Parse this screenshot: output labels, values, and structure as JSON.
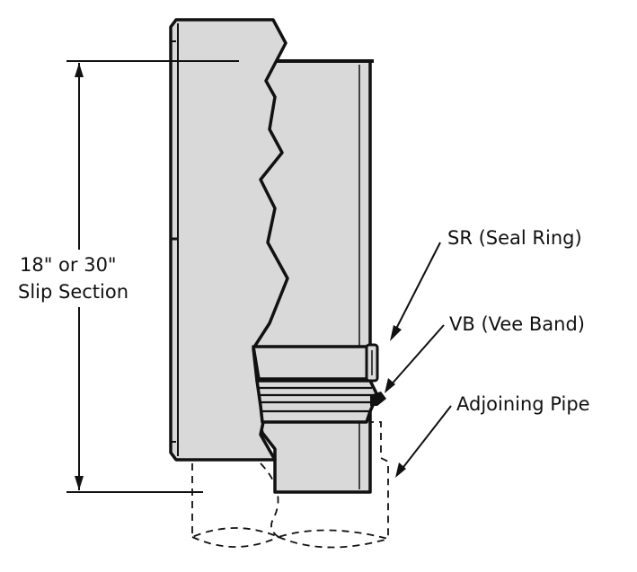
{
  "labels": {
    "dimension_line1": "18\" or 30\"",
    "dimension_line2": "Slip Section",
    "seal_ring": "SR (Seal Ring)",
    "vee_band": "VB (Vee Band)",
    "adjoining_pipe": "Adjoining Pipe"
  },
  "colors": {
    "part_fill": "#d9d9d9",
    "line": "#111111"
  }
}
